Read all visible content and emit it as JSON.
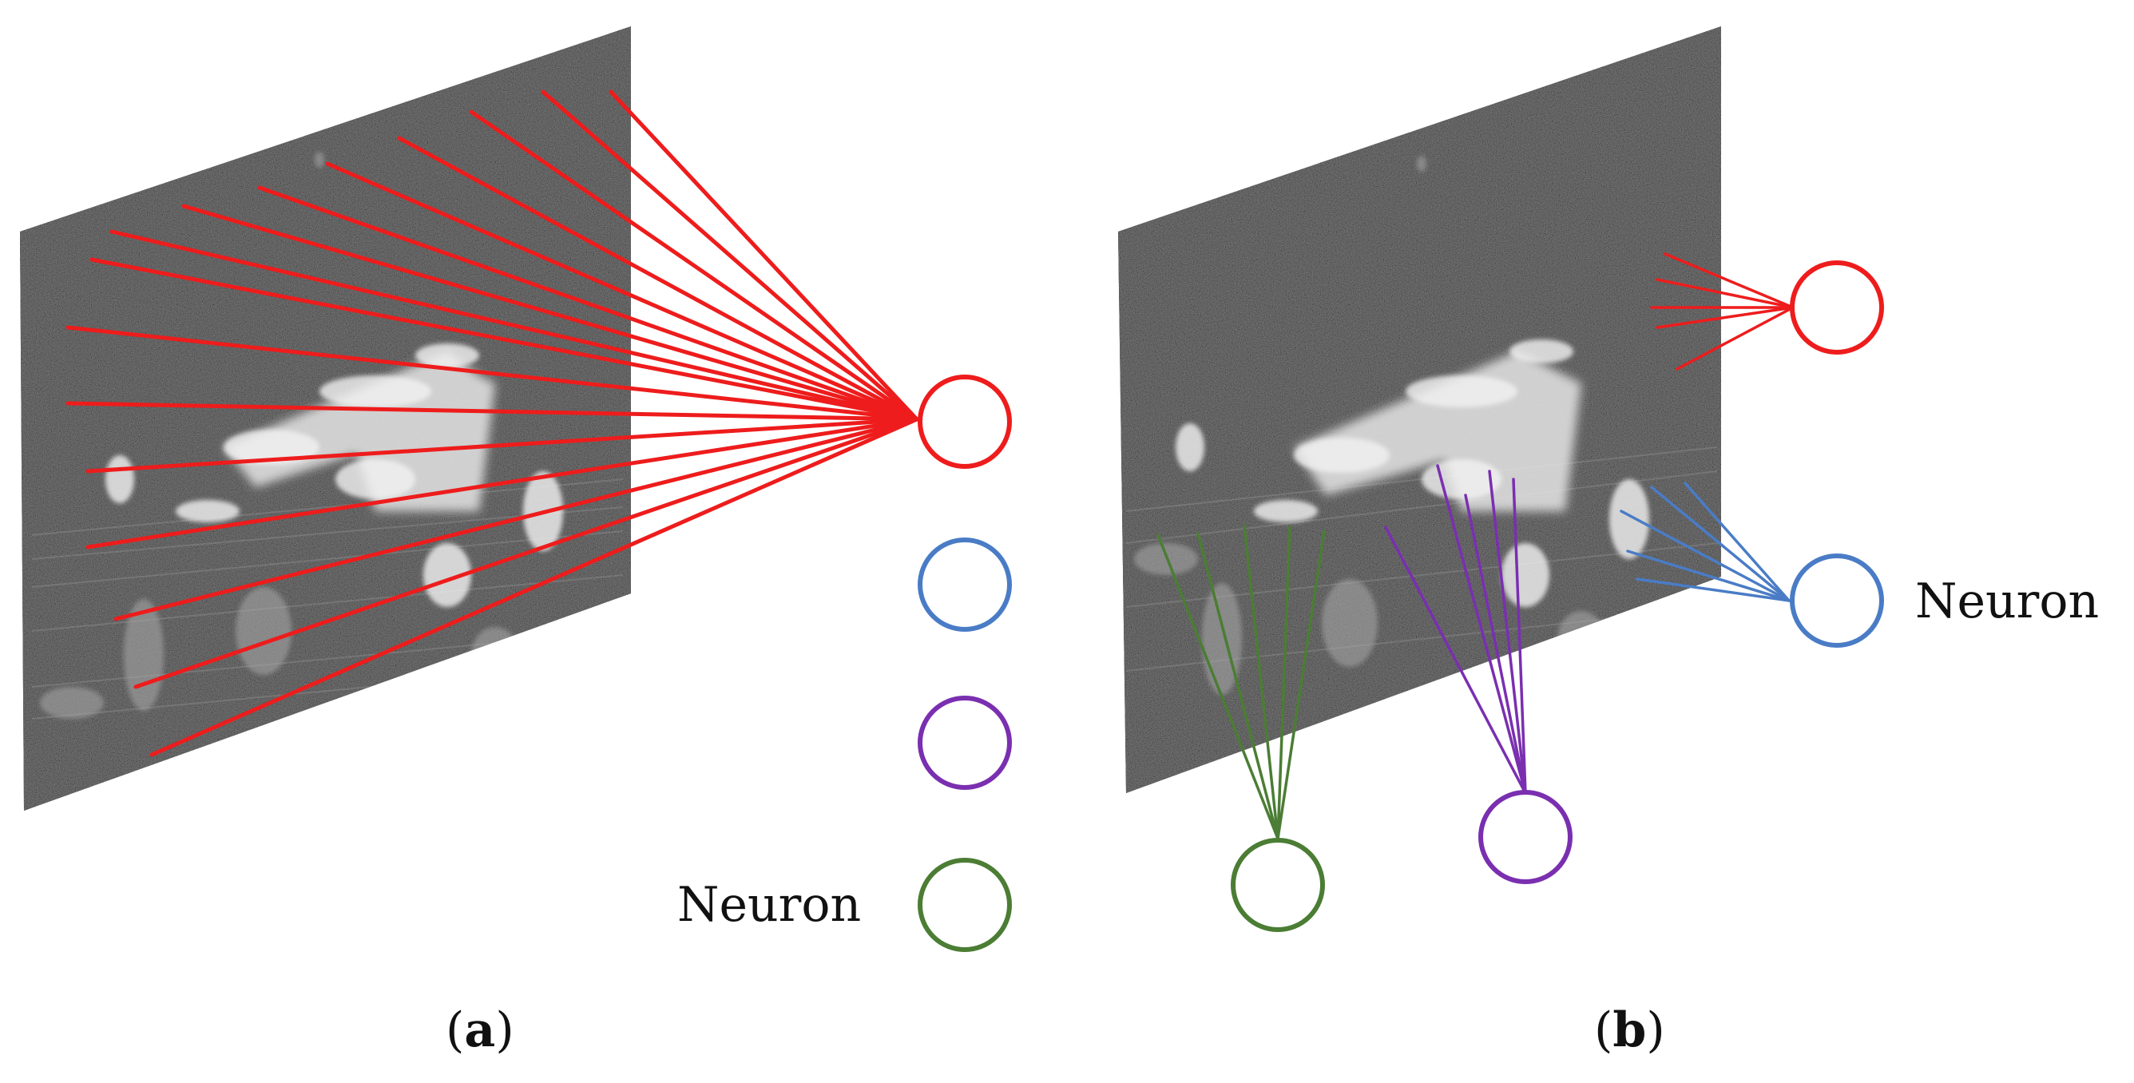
{
  "panels": [
    {
      "id": "a",
      "caption_open": "(",
      "caption_letter": "a",
      "caption_close": ")",
      "neuron_label": "Neuron",
      "image": "SAR image of a building (noisy grayscale)",
      "connection_pattern": "fully connected: every image point links to one neuron"
    },
    {
      "id": "b",
      "caption_open": "(",
      "caption_letter": "b",
      "caption_close": ")",
      "neuron_label": "Neuron",
      "image": "SAR image of a building (noisy grayscale)",
      "connection_pattern": "locally connected: each neuron links to a small local region"
    }
  ],
  "colors": {
    "red": "#ee1c1c",
    "blue": "#4a7cc6",
    "purple": "#7a2fb0",
    "green": "#4b7d34",
    "image_dark": "#1a1a1a",
    "image_bright": "#e8e8e8",
    "text": "#111111"
  },
  "icons": {
    "neuron": "circle-outline"
  }
}
